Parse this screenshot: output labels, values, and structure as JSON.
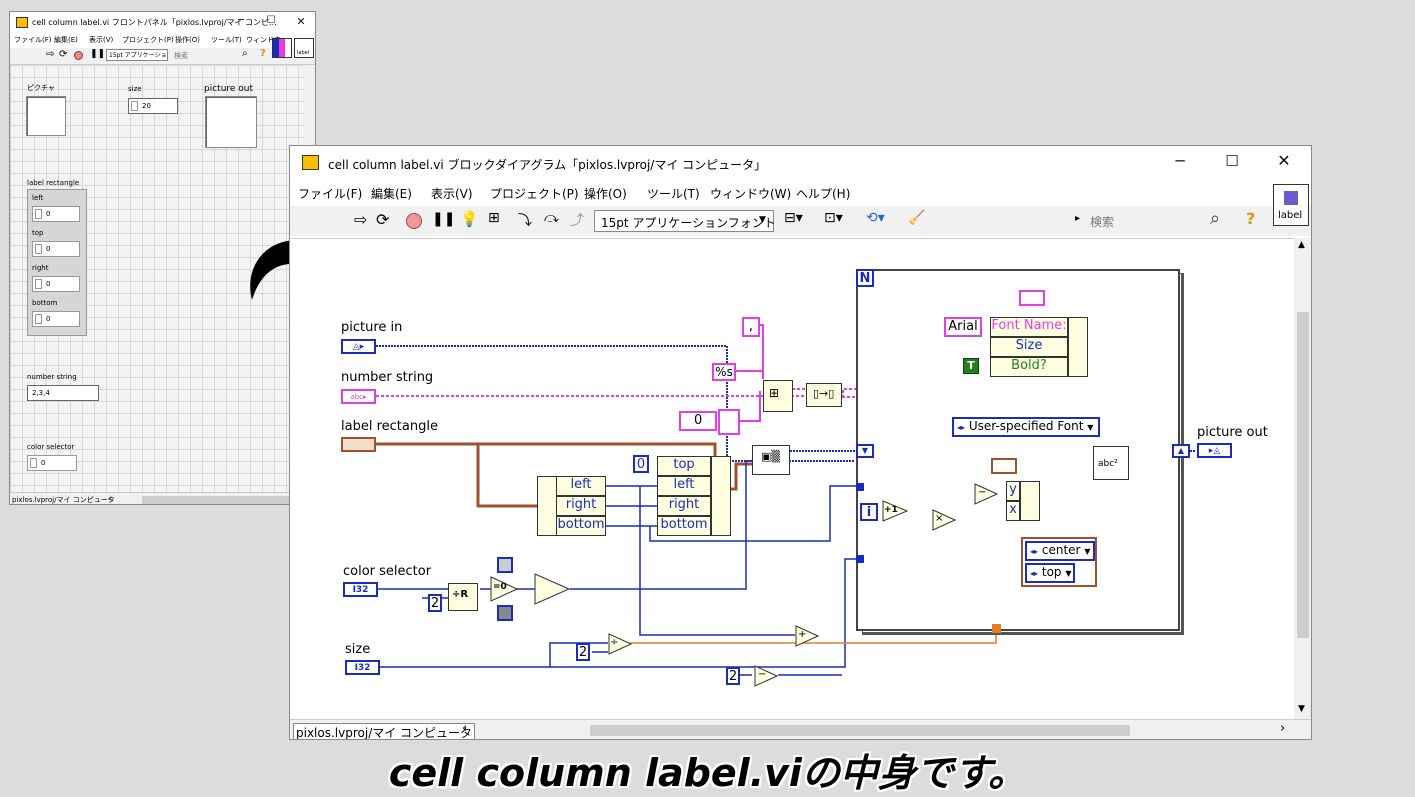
{
  "front_panel": {
    "title": "cell column label.vi フロントパネル「pixlos.lvproj/マイ コンピ...",
    "menu": [
      "ファイル(F)",
      "編集(E)",
      "表示(V)",
      "プロジェクト(P)",
      "操作(O)",
      "ツール(T)",
      "ウィンドウ"
    ],
    "font_dropdown": "15pt アプリケーショ",
    "search_placeholder": "検索",
    "controls": {
      "picture": "ピクチャ",
      "size": "size",
      "size_value": "20",
      "picture_out": "picture out",
      "label_rectangle": "label rectangle",
      "left": "left",
      "top": "top",
      "right": "right",
      "bottom": "bottom",
      "zero": "0",
      "number_string": "number string",
      "number_string_value": "2,3,4",
      "color_selector": "color selector"
    },
    "status": "pixlos.lvproj/マイ コンピュータ",
    "connector_label": "label"
  },
  "block_diagram": {
    "title": "cell column label.vi ブロックダイアグラム「pixlos.lvproj/マイ コンピュータ」",
    "menu": [
      "ファイル(F)",
      "編集(E)",
      "表示(V)",
      "プロジェクト(P)",
      "操作(O)",
      "ツール(T)",
      "ウィンドウ(W)",
      "ヘルプ(H)"
    ],
    "font_dropdown": "15pt アプリケーションフォント",
    "search_placeholder": "検索",
    "connector_label": "label",
    "status": "pixlos.lvproj/マイ コンピュータ",
    "terminals": {
      "picture_in": "picture in",
      "number_string": "number string",
      "label_rectangle": "label rectangle",
      "color_selector": "color selector",
      "size": "size",
      "picture_out": "picture out",
      "i32": "I32"
    },
    "unbundle_left": [
      "left",
      "right",
      "bottom"
    ],
    "bundle_right": [
      "top",
      "left",
      "right",
      "bottom"
    ],
    "font_bundle": [
      "Font Name:",
      "Size",
      "Bold?"
    ],
    "constants": {
      "comma": ",",
      "format": "%s",
      "zero": "0",
      "zero2": "0",
      "two_a": "2",
      "two_b": "2",
      "two_c": "2",
      "arial": "Arial",
      "true_const": "T",
      "loop_n": "N",
      "loop_i": "i",
      "user_font": "User-specified Font",
      "center": "center",
      "top": "top",
      "x": "x",
      "y": "y"
    }
  },
  "caption": "cell column label.viの中身です。",
  "colors": {
    "pink_wire": "#e040e0",
    "blue_wire": "#1a2cc0",
    "orange_wire": "#e08020",
    "cluster_wire": "#a0522d"
  }
}
